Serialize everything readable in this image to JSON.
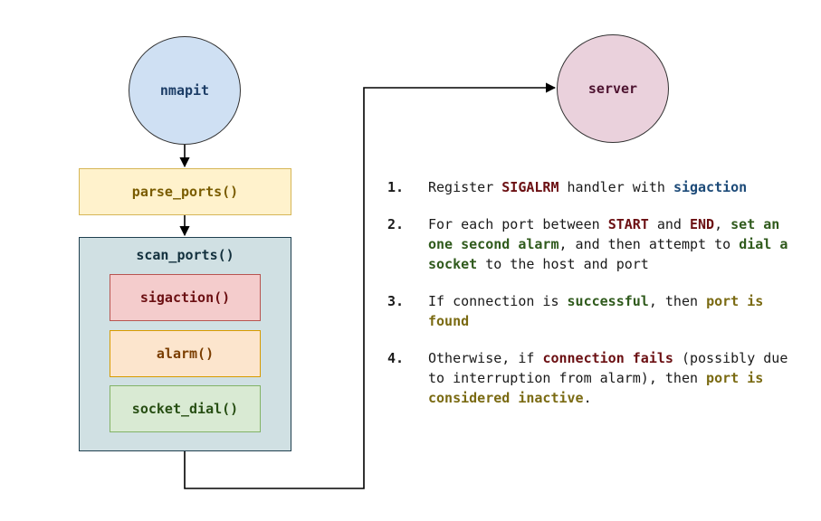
{
  "diagram": {
    "nodes": {
      "nmapit": {
        "label": "nmapit",
        "fill": "#cfe0f3",
        "text_color": "#1c3d66"
      },
      "server": {
        "label": "server",
        "fill": "#ead1dc",
        "text_color": "#4d1330"
      },
      "parse_ports": {
        "label": "parse_ports()",
        "fill": "#fff2cc",
        "border": "#d6b656",
        "text_color": "#7a5c00"
      },
      "scan_ports": {
        "label": "scan_ports()",
        "fill": "#d0e0e3",
        "text_color": "#12303d"
      },
      "sigaction": {
        "label": "sigaction()",
        "fill": "#f4cccc",
        "border": "#b85450",
        "text_color": "#6b0f12"
      },
      "alarm": {
        "label": "alarm()",
        "fill": "#fce5cd",
        "border": "#d79b00",
        "text_color": "#7a3d00"
      },
      "socket_dial": {
        "label": "socket_dial()",
        "fill": "#d9ead3",
        "border": "#82b366",
        "text_color": "#274e13"
      }
    },
    "steps": [
      {
        "number": "1.",
        "parts": [
          {
            "text": "Register ",
            "style": "plain"
          },
          {
            "text": "SIGALRM",
            "style": "red"
          },
          {
            "text": " handler with ",
            "style": "plain"
          },
          {
            "text": "sigaction",
            "style": "blue"
          }
        ]
      },
      {
        "number": "2.",
        "parts": [
          {
            "text": "For each port between ",
            "style": "plain"
          },
          {
            "text": "START",
            "style": "red"
          },
          {
            "text": " and ",
            "style": "plain"
          },
          {
            "text": "END",
            "style": "red"
          },
          {
            "text": ", ",
            "style": "plain"
          },
          {
            "text": "set an one second alarm",
            "style": "green"
          },
          {
            "text": ", and then attempt to ",
            "style": "plain"
          },
          {
            "text": "dial a socket",
            "style": "green"
          },
          {
            "text": " to the host and port",
            "style": "plain"
          }
        ]
      },
      {
        "number": "3.",
        "parts": [
          {
            "text": "If connection is ",
            "style": "plain"
          },
          {
            "text": "successful",
            "style": "green"
          },
          {
            "text": ", then ",
            "style": "plain"
          },
          {
            "text": "port is found",
            "style": "olive"
          }
        ]
      },
      {
        "number": "4.",
        "parts": [
          {
            "text": "Otherwise, if ",
            "style": "plain"
          },
          {
            "text": "connection fails",
            "style": "red"
          },
          {
            "text": " (possibly due to interruption from alarm), then ",
            "style": "plain"
          },
          {
            "text": "port is considered inactive",
            "style": "olive"
          },
          {
            "text": ".",
            "style": "plain"
          }
        ]
      }
    ]
  }
}
